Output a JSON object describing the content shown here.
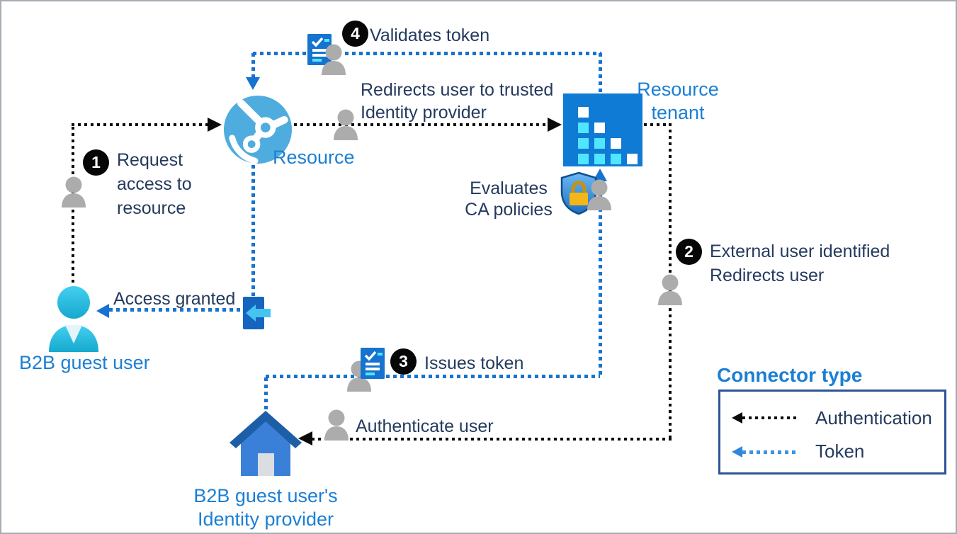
{
  "nodes": {
    "resource": {
      "label": "Resource"
    },
    "resource_tenant": {
      "label_line1": "Resource",
      "label_line2": "tenant"
    },
    "b2b_guest_user": {
      "label": "B2B guest user"
    },
    "identity_provider": {
      "label_line1": "B2B guest user's",
      "label_line2": "Identity provider"
    }
  },
  "steps": {
    "step1": {
      "number": "1",
      "line1": "Request",
      "line2": "access to",
      "line3": "resource"
    },
    "step2": {
      "number": "2",
      "line1": "External user identified",
      "line2": "Redirects user"
    },
    "step3": {
      "number": "3",
      "label": "Issues token"
    },
    "step4": {
      "number": "4",
      "label": "Validates token"
    }
  },
  "annotations": {
    "redirect_line1": "Redirects user to trusted",
    "redirect_line2": "Identity provider",
    "evaluates_line1": "Evaluates",
    "evaluates_line2": "CA policies",
    "access_granted": "Access granted",
    "authenticate_user": "Authenticate user"
  },
  "legend": {
    "title": "Connector type",
    "items": {
      "authentication": "Authentication",
      "token": "Token"
    }
  },
  "colors": {
    "authentication_line": "#0a0a0a",
    "token_line": "#1673d0",
    "node_label_blue": "#1b7fd4",
    "text_navy": "#243a5e",
    "tenant_blue": "#0f7bd4",
    "tenant_cyan": "#50e6ff",
    "guest_user_cyan": "#2bc0e4",
    "legend_border": "#2f5496"
  }
}
